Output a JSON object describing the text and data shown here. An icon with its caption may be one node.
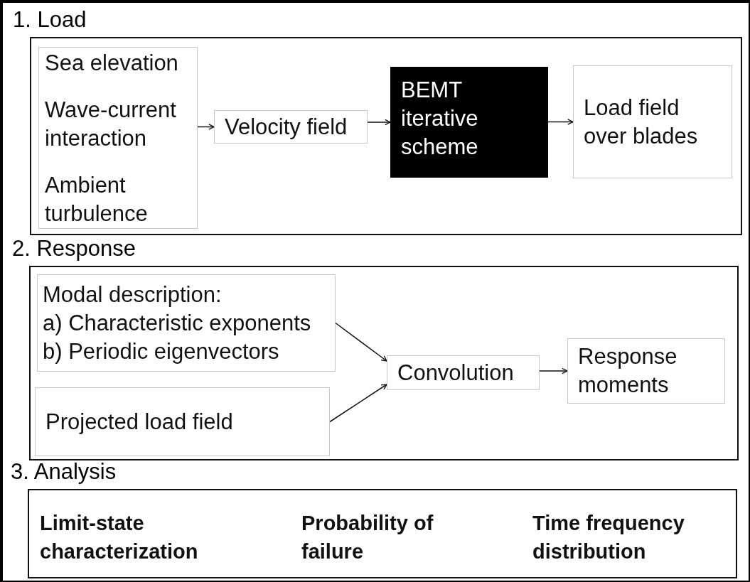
{
  "diagram": {
    "nodes": [
      {
        "text": [
          "1. Load"
        ]
      },
      {
        "text": [
          "Sea elevation",
          "Wave-current interaction",
          "Ambient turbulence"
        ],
        "in": 0
      },
      {
        "text": [
          "Velocity field"
        ],
        "in": 0
      },
      {
        "text": [
          "BEMT iterative scheme"
        ],
        "in": 0
      },
      {
        "text": [
          "Load field over blades"
        ],
        "in": 0
      },
      {
        "text": [
          "2. Response"
        ]
      },
      {
        "text": [
          "Modal description:",
          "a) Characteristic exponents",
          "b) Periodic eigenvectors"
        ],
        "in": 5
      },
      {
        "text": [
          "Projected load field"
        ],
        "in": 5
      },
      {
        "text": [
          "Convolution"
        ],
        "in": 5
      },
      {
        "text": [
          "Response moments"
        ],
        "in": 5
      },
      {
        "text": [
          "3. Analysis",
          "Limit-state characterization",
          "Probability of failure",
          "Time frequency distribution"
        ]
      }
    ],
    "edges": [
      {
        "from": 1,
        "to": 2,
        "arrow": "to"
      },
      {
        "from": 2,
        "to": 3,
        "arrow": "to"
      },
      {
        "from": 3,
        "to": 4,
        "arrow": "to"
      },
      {
        "from": 6,
        "to": 8,
        "arrow": "to"
      },
      {
        "from": 7,
        "to": 8,
        "arrow": "to"
      },
      {
        "from": 8,
        "to": 9,
        "arrow": "to"
      }
    ]
  }
}
